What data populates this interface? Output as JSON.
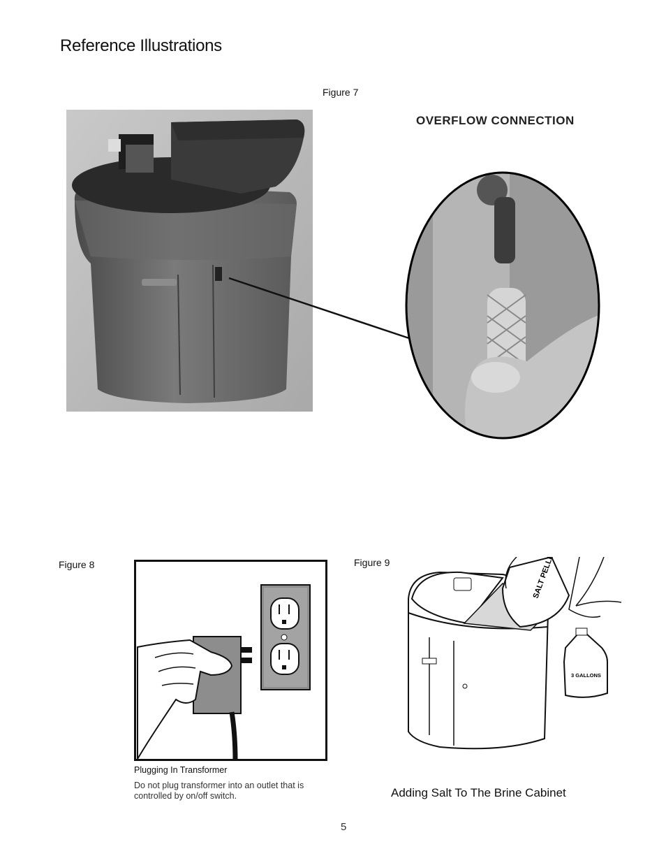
{
  "page": {
    "title": "Reference Illustrations",
    "page_number": "5"
  },
  "figure7": {
    "label": "Figure 7",
    "callout": "OVERFLOW CONNECTION"
  },
  "figure8": {
    "label": "Figure 8",
    "caption_title": "Plugging In Transformer",
    "caption_body": "Do not plug transformer into an outlet that is controlled by on/off switch."
  },
  "figure9": {
    "label": "Figure 9",
    "caption": "Adding Salt To The Brine Cabinet",
    "bag_text": "SALT PELLET",
    "jug_text": "3 GALLONS"
  }
}
